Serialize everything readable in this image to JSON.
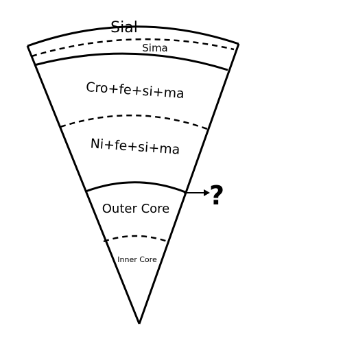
{
  "layers": {
    "sial": "Sial",
    "sima": "Sima",
    "crofesima": "Cro+fe+si+ma",
    "nifesima": "Ni+fe+si+ma",
    "outer_core": "Outer Core",
    "inner_core": "Inner Core"
  },
  "annotation": {
    "question_mark": "?"
  }
}
